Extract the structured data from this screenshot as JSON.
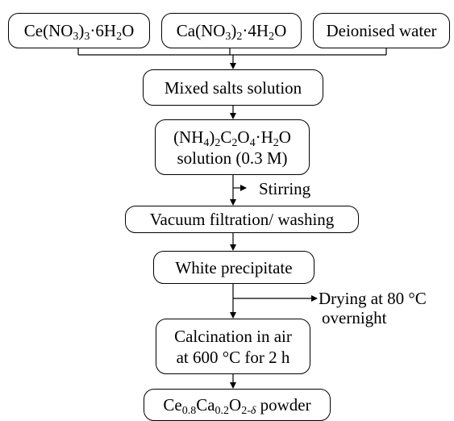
{
  "reagents": {
    "cerium_nitrate": {
      "pre": "Ce(NO",
      "s1": "3",
      "mid": ")",
      "s2": "3",
      "post": "·6H",
      "s3": "2",
      "end": "O"
    },
    "calcium_nitrate": {
      "pre": "Ca(NO",
      "s1": "3",
      "mid": ")",
      "s2": "2",
      "post": "·4H",
      "s3": "2",
      "end": "O"
    },
    "water": "Deionised water"
  },
  "steps": {
    "mixed_salts": "Mixed salts solution",
    "oxalate": {
      "pre": "(NH",
      "s1": "4",
      "a": ")",
      "s2": "2",
      "b": "C",
      "s3": "2",
      "c": "O",
      "s4": "4",
      "d": "·H",
      "s5": "2",
      "e": "O",
      "line2": "solution (0.3 M)"
    },
    "filtration": "Vacuum filtration/ washing",
    "precipitate": "White precipitate",
    "calcination": {
      "line1": "Calcination in air",
      "line2": "at 600 °C for 2 h"
    },
    "product": {
      "ce": "Ce",
      "s1": "0.8",
      "ca": "Ca",
      "s2": "0.2",
      "o": "O",
      "s3a": "2-",
      "s3b": "δ",
      "tail": " powder"
    }
  },
  "side_notes": {
    "stirring": "Stirring",
    "drying_line1": "Drying at 80 °C",
    "drying_line2": "overnight"
  },
  "colors": {
    "stroke": "#000000",
    "background": "#ffffff"
  }
}
